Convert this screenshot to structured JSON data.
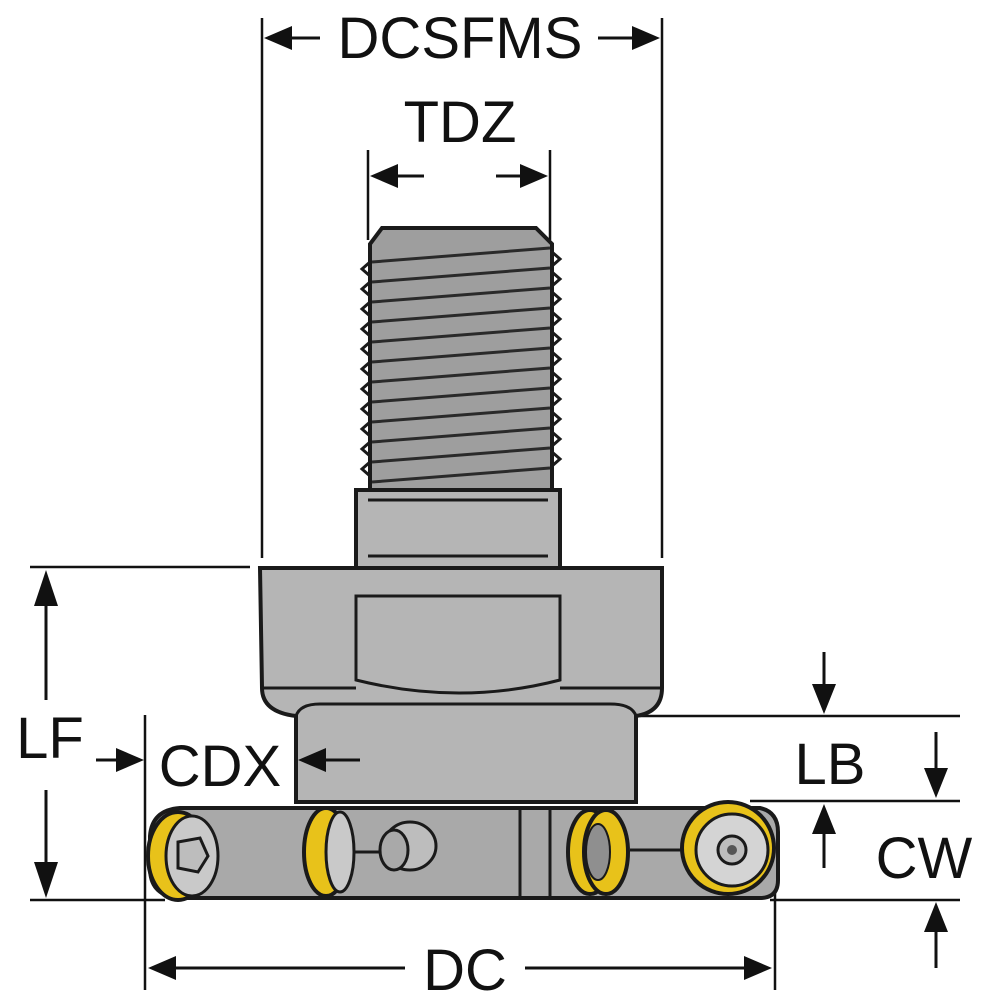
{
  "diagram": {
    "labels": {
      "dcsfms": "DCSFMS",
      "tdz": "TDZ",
      "lf": "LF",
      "cdx": "CDX",
      "lb": "LB",
      "cw": "CW",
      "dc": "DC"
    },
    "colors": {
      "body": "#b5b5b5",
      "body_dark": "#a3a3a3",
      "thread": "#9e9e9e",
      "insert_yellow": "#e8c21a",
      "insert_inner": "#c9c9c9",
      "line": "#111111",
      "background": "#ffffff"
    }
  }
}
